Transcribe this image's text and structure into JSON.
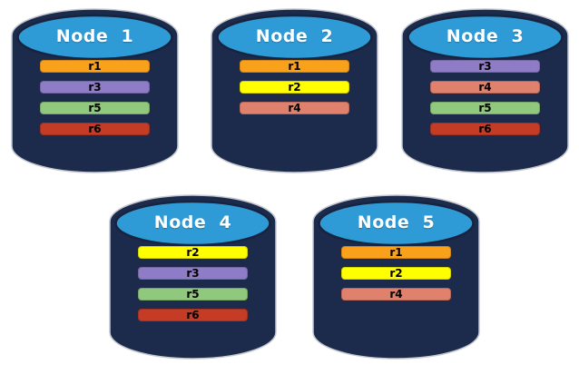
{
  "diagram": {
    "description": "Database cluster replica placement diagram",
    "background": "#ffffff"
  },
  "palette": {
    "cylinder_body": "#1C2A4C",
    "cylinder_top": "#2F9BD6",
    "cylinder_outline": "#C4C8D0",
    "ellipse_stroke": "#16243F",
    "title_text": "#ffffff",
    "bar_text": "#000000"
  },
  "replica_colors": {
    "r1": "#F9A11B",
    "r2": "#FFFF00",
    "r3": "#8E7DC6",
    "r4": "#E0816D",
    "r5": "#90C97D",
    "r6": "#C43B26"
  },
  "nodes": [
    {
      "title": "Node  1",
      "replicas": [
        {
          "label": "r1",
          "color": "#F9A11B"
        },
        {
          "label": "r3",
          "color": "#8E7DC6"
        },
        {
          "label": "r5",
          "color": "#90C97D"
        },
        {
          "label": "r6",
          "color": "#C43B26"
        }
      ]
    },
    {
      "title": "Node  2",
      "replicas": [
        {
          "label": "r1",
          "color": "#F9A11B"
        },
        {
          "label": "r2",
          "color": "#FFFF00"
        },
        {
          "label": "r4",
          "color": "#E0816D"
        }
      ]
    },
    {
      "title": "Node  3",
      "replicas": [
        {
          "label": "r3",
          "color": "#8E7DC6"
        },
        {
          "label": "r4",
          "color": "#E0816D"
        },
        {
          "label": "r5",
          "color": "#90C97D"
        },
        {
          "label": "r6",
          "color": "#C43B26"
        }
      ]
    },
    {
      "title": "Node  4",
      "replicas": [
        {
          "label": "r2",
          "color": "#FFFF00"
        },
        {
          "label": "r3",
          "color": "#8E7DC6"
        },
        {
          "label": "r5",
          "color": "#90C97D"
        },
        {
          "label": "r6",
          "color": "#C43B26"
        }
      ]
    },
    {
      "title": "Node  5",
      "replicas": [
        {
          "label": "r1",
          "color": "#F9A11B"
        },
        {
          "label": "r2",
          "color": "#FFFF00"
        },
        {
          "label": "r4",
          "color": "#E0816D"
        }
      ]
    }
  ]
}
